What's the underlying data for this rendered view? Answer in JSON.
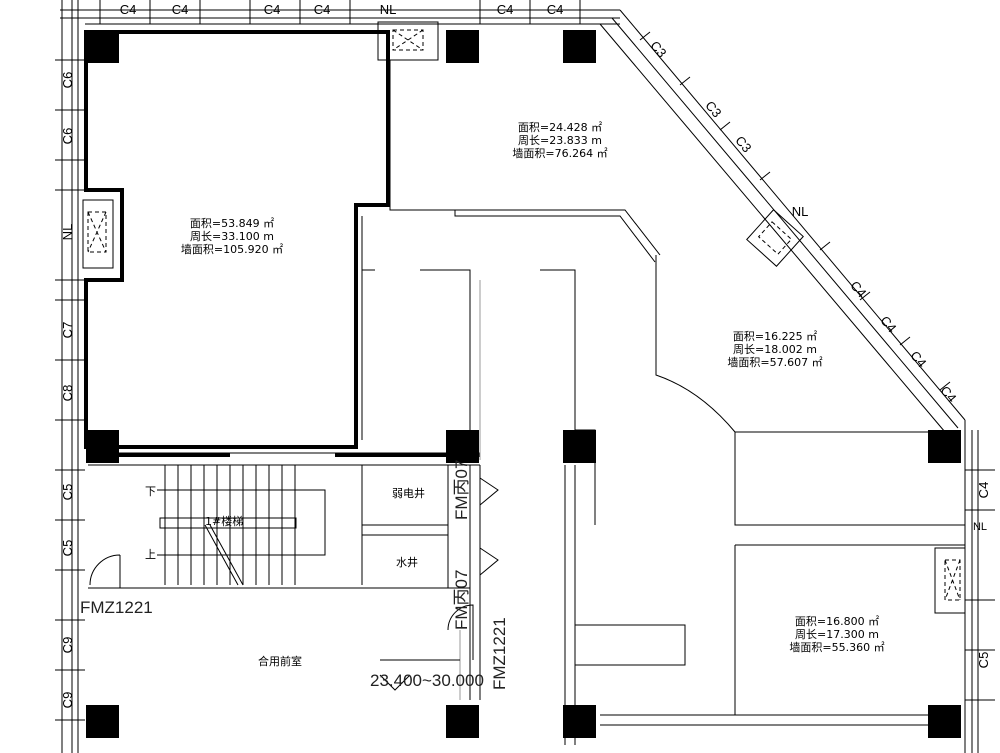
{
  "rooms": [
    {
      "area": "面积=53.849 ㎡",
      "perimeter": "周长=33.100 m",
      "wall_area": "墙面积=105.920 ㎡"
    },
    {
      "area": "面积=24.428 ㎡",
      "perimeter": "周长=23.833 m",
      "wall_area": "墙面积=76.264 ㎡"
    },
    {
      "area": "面积=16.225 ㎡",
      "perimeter": "周长=18.002 m",
      "wall_area": "墙面积=57.607 ㎡"
    },
    {
      "area": "面积=16.800 ㎡",
      "perimeter": "周长=17.300 m",
      "wall_area": "墙面积=55.360 ㎡"
    }
  ],
  "labels": {
    "stair": "1#楼梯",
    "down": "下",
    "up": "上",
    "weak_shaft": "弱电井",
    "water_shaft": "水井",
    "front_room": "合用前室",
    "door_left": "FMZ1221",
    "door_right": "FMZ1221",
    "door_shaft1": "FM丙07",
    "door_shaft2": "FM丙07",
    "elevation": "23.400~30.000"
  },
  "windows": {
    "top": [
      "C4",
      "C4",
      "C4",
      "C4",
      "NL",
      "C4",
      "C4"
    ],
    "left": [
      "C6",
      "C6",
      "NL",
      "C7",
      "C8",
      "C5",
      "C5",
      "C9",
      "C9"
    ],
    "diagonal": [
      "C3",
      "C3",
      "C3",
      "NL",
      "C4",
      "C4",
      "C4",
      "C4"
    ],
    "right": [
      "C4",
      "NL",
      "C5"
    ]
  }
}
